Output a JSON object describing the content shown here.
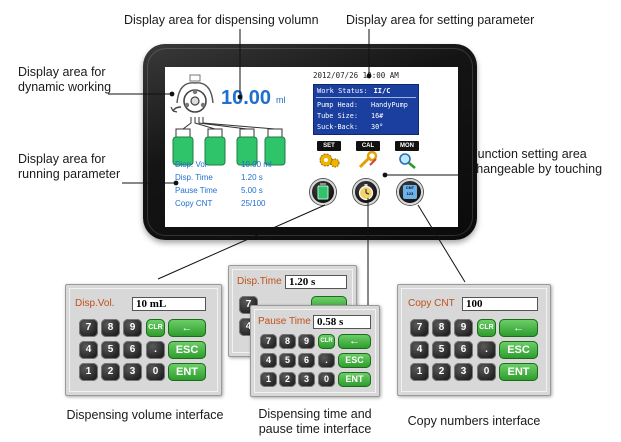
{
  "callouts": {
    "dispensing_volume": "Display area for dispensing volumn",
    "setting_parameter": "Display area for setting parameter",
    "dynamic_working_line1": "Display area for",
    "dynamic_working_line2": "dynamic working",
    "running_parameter_line1": "Display area for",
    "running_parameter_line2": "running parameter",
    "function_setting_line1": "Function setting area",
    "function_setting_line2": "changeable by touching"
  },
  "screen": {
    "datetime": "2012/07/26 10:00 AM",
    "volume_value": "10.00",
    "volume_unit": "ml",
    "work_status_label": "Work Status:",
    "work_status_value": "II/C",
    "status_rows": [
      {
        "label": "Pump Head:",
        "value": "HandyPump"
      },
      {
        "label": "Tube Size:",
        "value": "16#"
      },
      {
        "label": "Suck-Back:",
        "value": "30°"
      }
    ],
    "params": [
      {
        "label": "Disp. Vol",
        "value": "10.00  ml"
      },
      {
        "label": "Disp. Time",
        "value": "1.20  s"
      },
      {
        "label": "Pause Time",
        "value": "5.00  s"
      },
      {
        "label": "Copy CNT",
        "value": "25/100"
      }
    ],
    "buttons": {
      "set": "SET",
      "cal": "CAL",
      "mon": "MON",
      "cnt": "CNT",
      "cnt_num": "123"
    }
  },
  "keypad": {
    "digits_row1": [
      "7",
      "8",
      "9"
    ],
    "digits_row2": [
      "4",
      "5",
      "6"
    ],
    "digits_row3": [
      "1",
      "2",
      "3",
      "0"
    ],
    "dot": ".",
    "clr": "CLR",
    "back": "←",
    "esc": "ESC",
    "ent": "ENT"
  },
  "panels": {
    "disp_vol": {
      "label": "Disp.Vol.",
      "value": "10 mL"
    },
    "disp_time": {
      "label": "Disp.Time",
      "value": "1.20 s"
    },
    "pause_time": {
      "label": "Pause Time",
      "value": "0.58 s"
    },
    "copy_cnt": {
      "label": "Copy CNT",
      "value": "100"
    }
  },
  "captions": {
    "dispensing_volume": "Dispensing volume interface",
    "time_line1": "Dispensing time and",
    "time_line2": "pause time interface",
    "copy_numbers": "Copy numbers interface"
  },
  "colors": {
    "accent_blue": "#1f6fd0",
    "status_bg": "#1b3f9e",
    "label_orange": "#c0501a",
    "key_green": "#2b9a2a"
  }
}
